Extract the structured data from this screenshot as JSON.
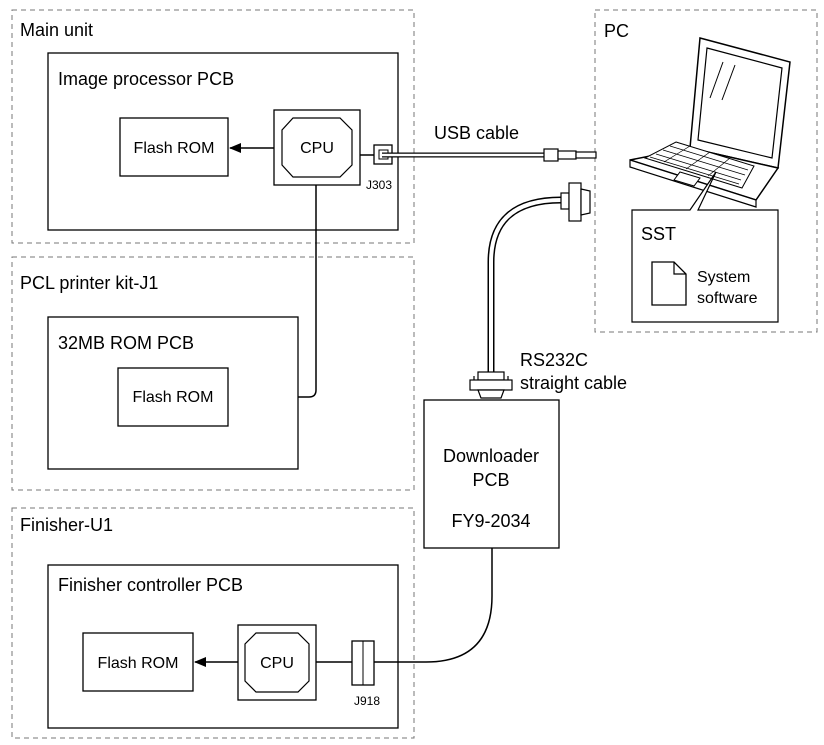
{
  "groups": {
    "main_unit": "Main unit",
    "pcl_kit": "PCL printer kit-J1",
    "finisher": "Finisher-U1",
    "pc": "PC"
  },
  "boards": {
    "image_processor": "Image processor PCB",
    "rom32": "32MB ROM PCB",
    "finisher_controller": "Finisher controller PCB"
  },
  "chips": {
    "flash_rom": "Flash ROM",
    "cpu": "CPU"
  },
  "connectors": {
    "j303": "J303",
    "j918": "J918"
  },
  "cables": {
    "usb": "USB cable",
    "rs232c_line1": "RS232C",
    "rs232c_line2": "straight cable"
  },
  "downloader": {
    "line1": "Downloader",
    "line2": "PCB",
    "part": "FY9-2034"
  },
  "sst": {
    "title": "SST",
    "doc_line1": "System",
    "doc_line2": "software"
  }
}
